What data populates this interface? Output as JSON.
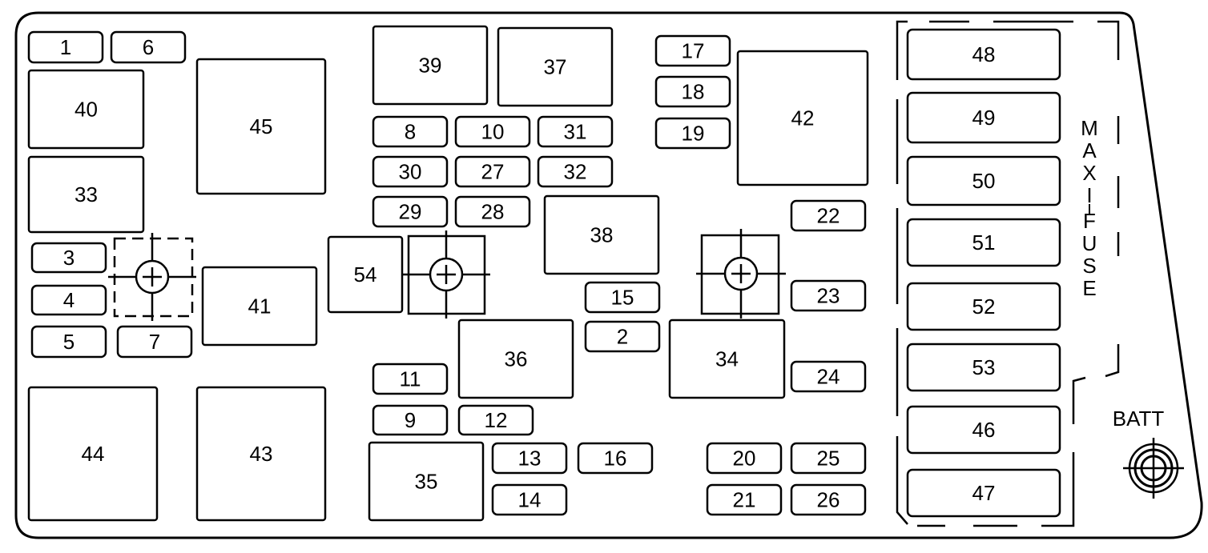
{
  "diagram": {
    "fuses": [
      "1",
      "6",
      "40",
      "45",
      "33",
      "3",
      "4",
      "5",
      "7",
      "41",
      "54",
      "39",
      "37",
      "8",
      "10",
      "31",
      "30",
      "27",
      "32",
      "29",
      "28",
      "38",
      "17",
      "18",
      "19",
      "42",
      "22",
      "15",
      "2",
      "23",
      "36",
      "34",
      "24",
      "11",
      "9",
      "12",
      "44",
      "43",
      "35",
      "13",
      "16",
      "14",
      "20",
      "25",
      "21",
      "26",
      "48",
      "49",
      "50",
      "51",
      "52",
      "53",
      "46",
      "47"
    ],
    "maxi_fuse_label": "MAXI-FUSE",
    "maxi_fuse_letters": [
      "M",
      "A",
      "X",
      "I",
      "F",
      "U",
      "S",
      "E"
    ],
    "batt_label": "BATT"
  }
}
